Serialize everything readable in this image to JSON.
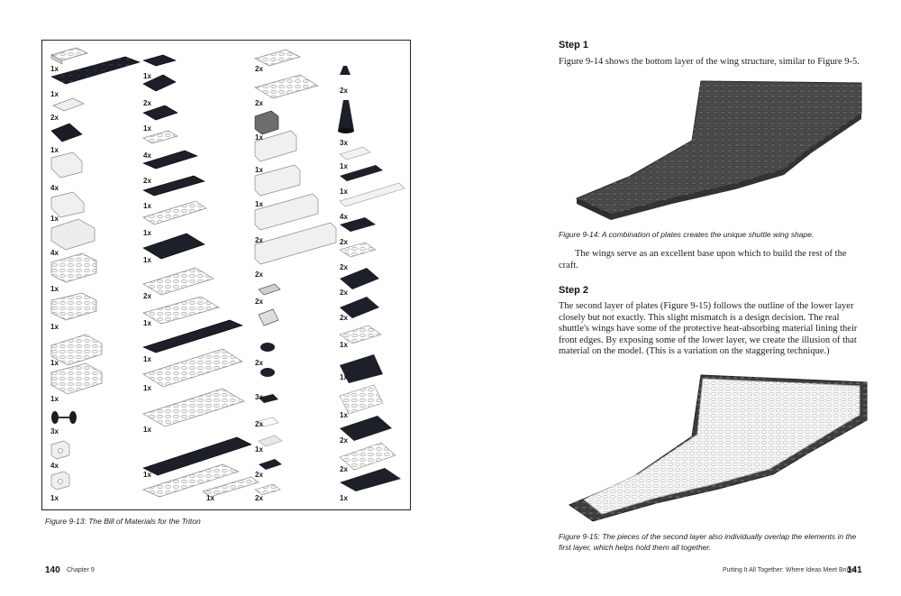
{
  "left_page": {
    "figure_caption": "Figure 9-13: The Bill of Materials for the Triton",
    "folio": "140",
    "running_head": "Chapter 9",
    "quantities": {
      "col1": [
        "1x",
        "1x",
        "2x",
        "1x",
        "4x",
        "1x",
        "4x",
        "1x",
        "1x",
        "1x",
        "1x",
        "3x",
        "4x",
        "1x"
      ],
      "col2": [
        "1x",
        "2x",
        "1x",
        "4x",
        "2x",
        "1x",
        "1x",
        "1x",
        "2x",
        "1x",
        "1x",
        "1x",
        "1x",
        "1x"
      ],
      "col2_extra": "1x",
      "col3": [
        "2x",
        "2x",
        "1x",
        "1x",
        "1x",
        "2x",
        "2x",
        "2x",
        "2x",
        "3x",
        "2x",
        "1x",
        "2x",
        "2x"
      ],
      "col4": [
        "2x",
        "3x",
        "1x",
        "1x",
        "4x",
        "2x",
        "2x",
        "2x",
        "2x",
        "1x",
        "1x",
        "1x",
        "2x",
        "2x",
        "1x"
      ]
    }
  },
  "right_page": {
    "step1": {
      "heading": "Step 1",
      "paragraph": "Figure 9-14 shows the bottom layer of the wing structure, similar to Figure 9-5.",
      "figure_caption": "Figure 9-14: A combination of plates creates the unique shuttle wing shape.",
      "followup": "The wings serve as an excellent base upon which to build the rest of the craft."
    },
    "step2": {
      "heading": "Step 2",
      "paragraph": "The second layer of plates (Figure 9-15) follows the outline of the lower layer closely but not exactly. This slight mismatch is a design decision. The real shuttle's wings have some of the protective heat-absorbing material lining their front edges. By exposing some of the lower layer, we create the illusion of that material on the model. (This is a variation on the staggering technique.)",
      "figure_caption": "Figure 9-15: The pieces of the second layer also individually overlap the elements in the first layer, which helps hold them all together."
    },
    "folio": "141",
    "running_head": "Putting It All Together: Where Ideas Meet Bricks"
  }
}
